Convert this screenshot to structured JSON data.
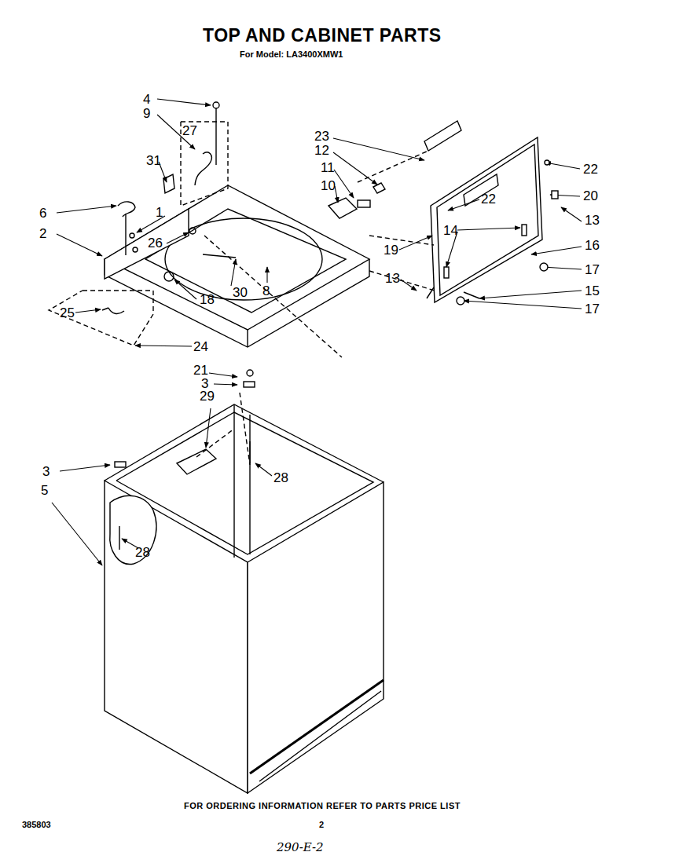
{
  "diagram": {
    "title": "TOP AND CABINET PARTS",
    "labels": [
      "For Model: LA3400XMW1",
      "4",
      "9",
      "27",
      "31",
      "6",
      "1",
      "2",
      "26",
      "25",
      "18",
      "30",
      "8",
      "24",
      "21",
      "3",
      "29",
      "28",
      "3",
      "5",
      "28",
      "23",
      "12",
      "11",
      "10",
      "22",
      "20",
      "22",
      "13",
      "14",
      "16",
      "19",
      "17",
      "13",
      "15",
      "17",
      "FOR ORDERING INFORMATION REFER TO PARTS PRICE LIST",
      "385803",
      "2",
      "290-E-2"
    ]
  }
}
